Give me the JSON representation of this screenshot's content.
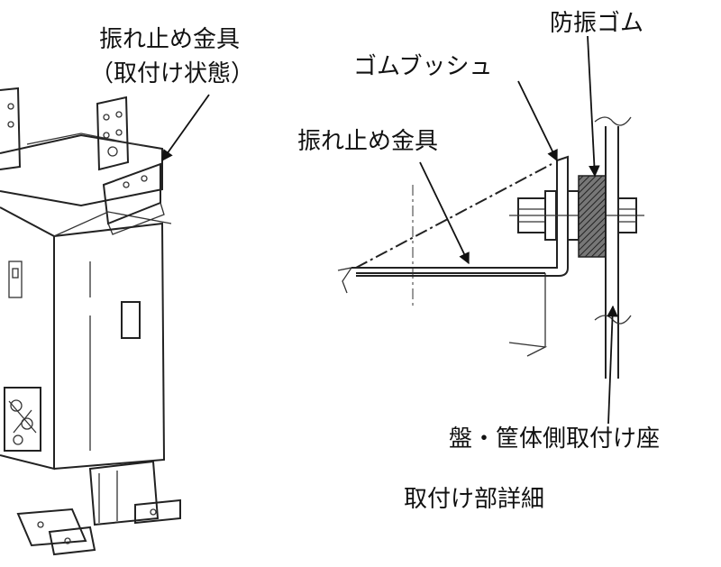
{
  "labels": {
    "bracket_installed_line1": "振れ止め金具",
    "bracket_installed_line2": "（取付け状態）",
    "rubber_bushing": "ゴムブッシュ",
    "anti_vibration_rubber": "防振ゴム",
    "bracket": "振れ止め金具",
    "panel_mount_seat": "盤・筐体側取付け座",
    "detail_caption": "取付け部詳細"
  },
  "colors": {
    "line": "#222222",
    "rubber_fill": "#555555",
    "body_fill": "#f2f2f2",
    "background": "#ffffff"
  }
}
